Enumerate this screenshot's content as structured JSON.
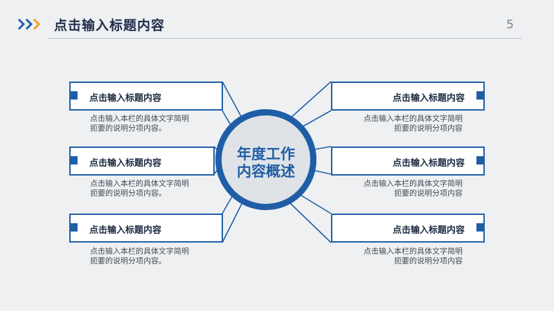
{
  "header": {
    "title": "点击输入标题内容",
    "page_number": "5",
    "colors": {
      "accent_blue": "#1f5ea6",
      "accent_orange": "#f0a020"
    }
  },
  "center": {
    "line1": "年度工作",
    "line2": "内容概述"
  },
  "items": [
    {
      "title": "点击输入标题内容",
      "desc1": "点击输入本栏的具体文字简明",
      "desc2": "扼要的说明分项内容。"
    },
    {
      "title": "点击输入标题内容",
      "desc1": "点击输入本栏的具体文字简明",
      "desc2": "扼要的说明分项内容"
    },
    {
      "title": "点击输入标题内容",
      "desc1": "点击输入本栏的具体文字简明",
      "desc2": "扼要的说明分项内容。"
    },
    {
      "title": "点击输入标题内容",
      "desc1": "点击输入本栏的具体文字简明",
      "desc2": "扼要的说明分项内容"
    },
    {
      "title": "点击输入标题内容",
      "desc1": "点击输入本栏的具体文字简明",
      "desc2": "扼要的说明分项内容。"
    },
    {
      "title": "点击输入标题内容",
      "desc1": "点击输入本栏的具体文字简明",
      "desc2": "扼要的说明分项内容"
    }
  ]
}
